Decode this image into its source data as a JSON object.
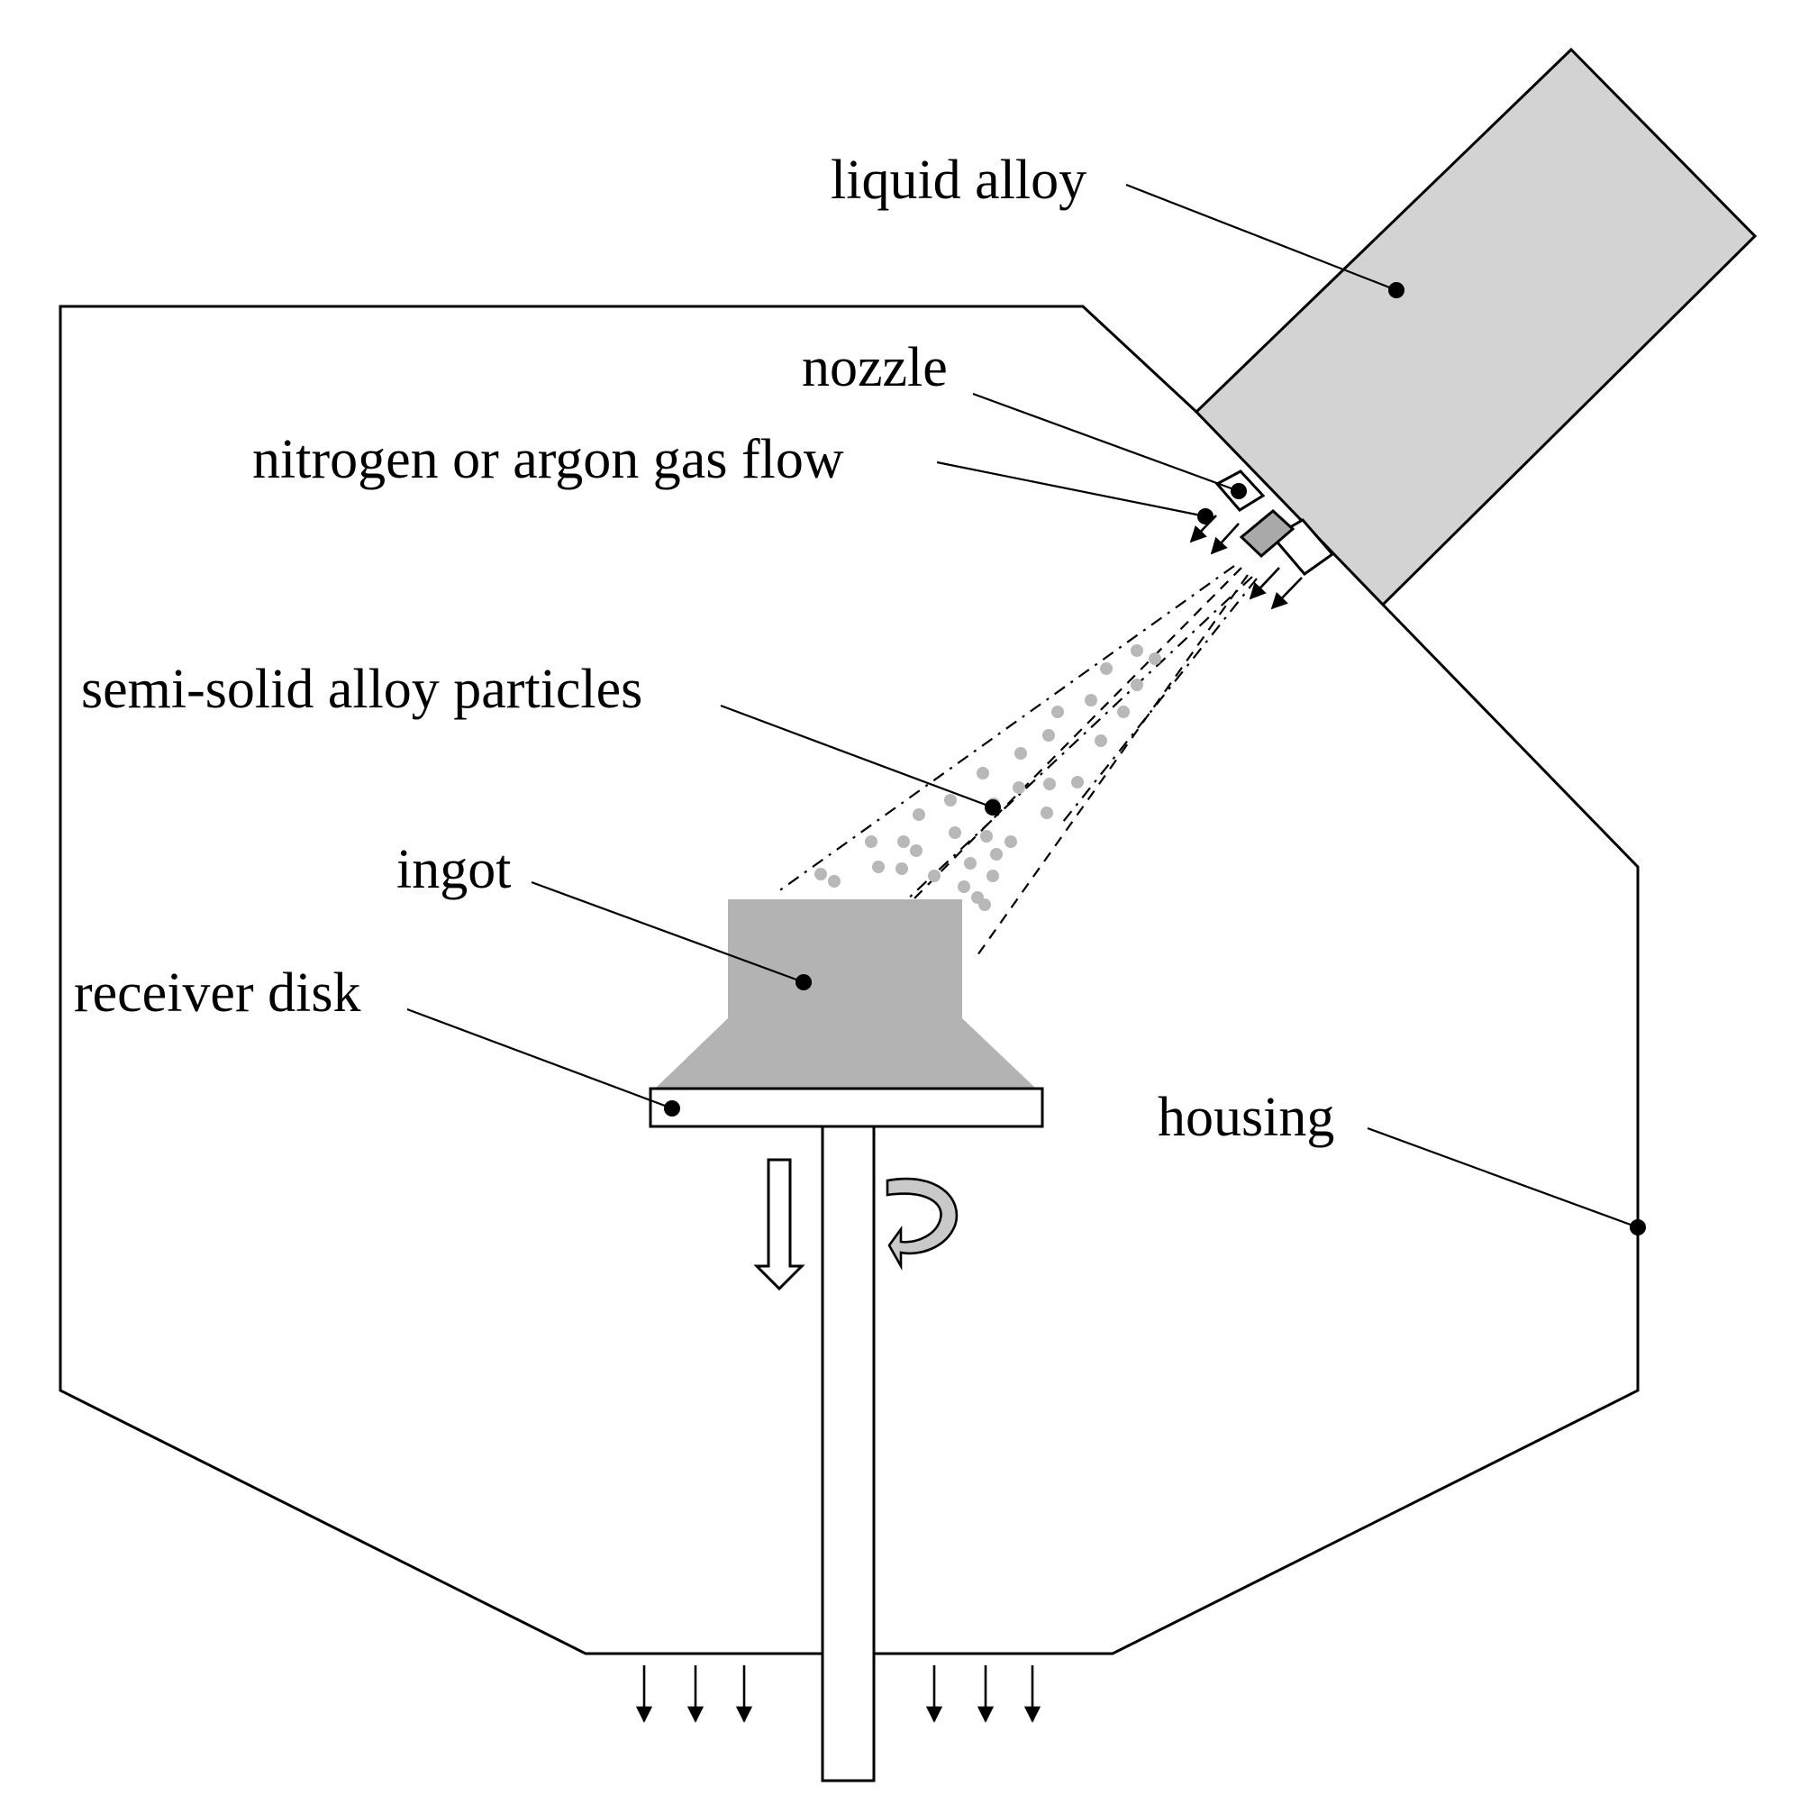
{
  "labels": {
    "liquid_alloy": "liquid alloy",
    "nozzle": "nozzle",
    "gas_flow": "nitrogen or argon gas flow",
    "particles": "semi-solid alloy particles",
    "ingot": "ingot",
    "receiver_disk": "receiver disk",
    "housing": "housing"
  },
  "colors": {
    "ingot_fill": "#b3b3b3",
    "crucible_fill": "#d3d3d3",
    "particle_fill": "#b8b8b8",
    "line": "#000000"
  }
}
